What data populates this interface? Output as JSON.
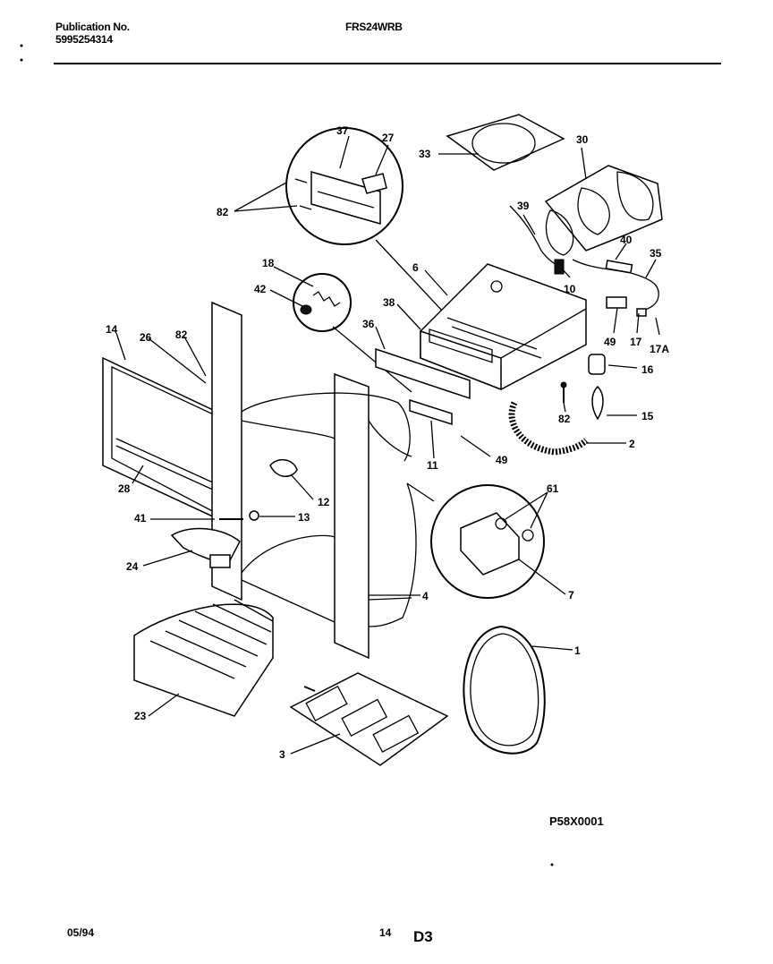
{
  "header": {
    "publication_label": "Publication No.",
    "publication_number": "5995254314",
    "model": "FRS24WRB"
  },
  "diagram": {
    "callouts": [
      "37",
      "27",
      "33",
      "30",
      "82",
      "39",
      "40",
      "35",
      "18",
      "6",
      "42",
      "10",
      "38",
      "36",
      "49",
      "17",
      "17A",
      "16",
      "14",
      "26",
      "82",
      "82",
      "15",
      "2",
      "11",
      "49",
      "28",
      "12",
      "61",
      "41",
      "13",
      "24",
      "4",
      "7",
      "1",
      "23",
      "3"
    ],
    "drawing_code": "P58X0001"
  },
  "footer": {
    "date": "05/94",
    "page": "14",
    "section": "D3"
  }
}
